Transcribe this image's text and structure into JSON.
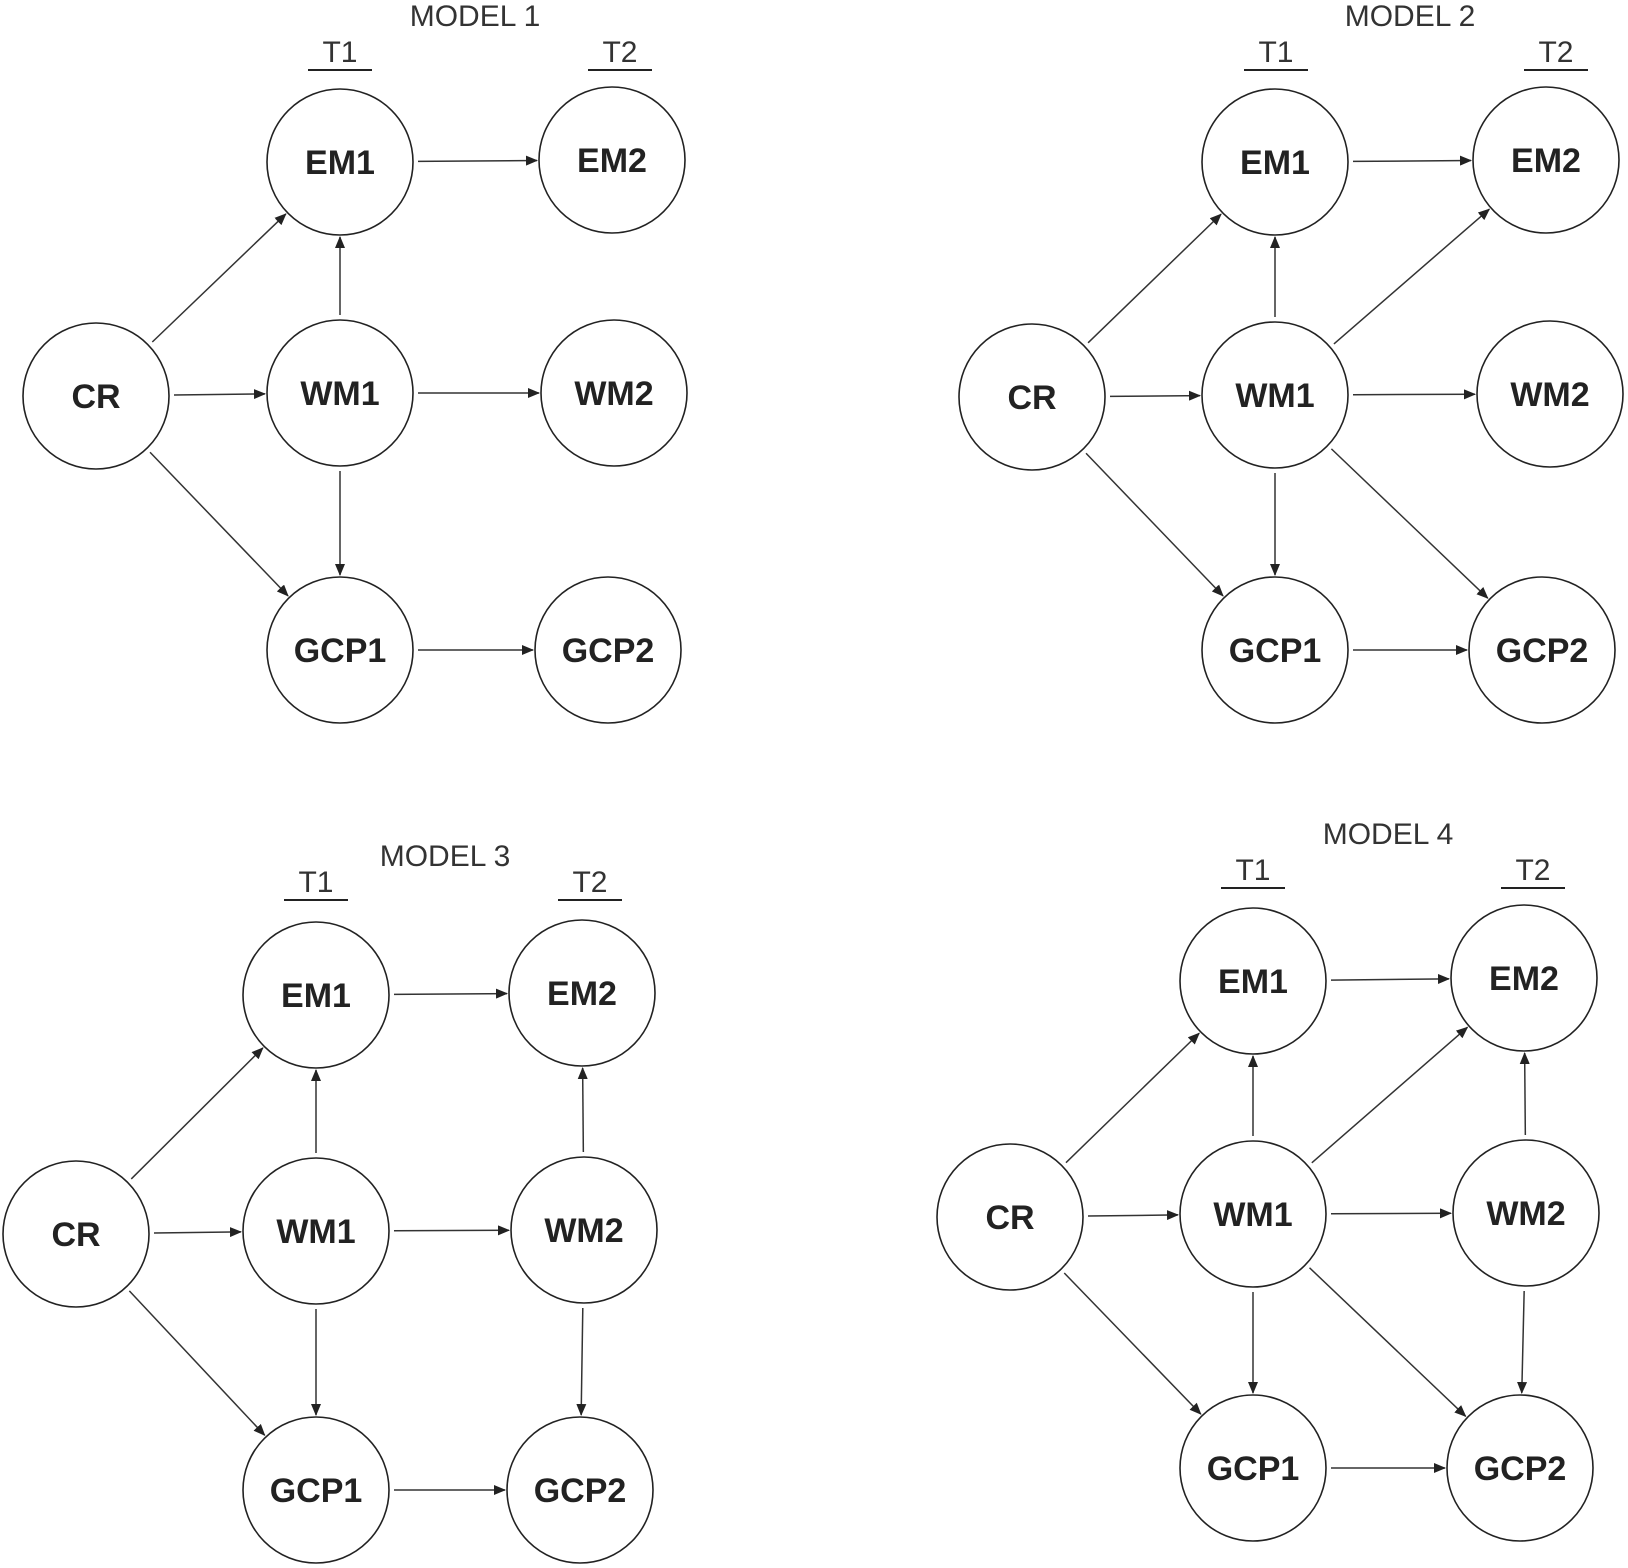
{
  "models": [
    {
      "title": "MODEL 1",
      "time_labels": [
        "T1",
        "T2"
      ],
      "nodes": {
        "CR": "CR",
        "EM1": "EM1",
        "WM1": "WM1",
        "GCP1": "GCP1",
        "EM2": "EM2",
        "WM2": "WM2",
        "GCP2": "GCP2"
      },
      "edges": [
        [
          "CR",
          "EM1"
        ],
        [
          "CR",
          "WM1"
        ],
        [
          "CR",
          "GCP1"
        ],
        [
          "WM1",
          "EM1"
        ],
        [
          "WM1",
          "GCP1"
        ],
        [
          "EM1",
          "EM2"
        ],
        [
          "WM1",
          "WM2"
        ],
        [
          "GCP1",
          "GCP2"
        ]
      ]
    },
    {
      "title": "MODEL 2",
      "time_labels": [
        "T1",
        "T2"
      ],
      "nodes": {
        "CR": "CR",
        "EM1": "EM1",
        "WM1": "WM1",
        "GCP1": "GCP1",
        "EM2": "EM2",
        "WM2": "WM2",
        "GCP2": "GCP2"
      },
      "edges": [
        [
          "CR",
          "EM1"
        ],
        [
          "CR",
          "WM1"
        ],
        [
          "CR",
          "GCP1"
        ],
        [
          "WM1",
          "EM1"
        ],
        [
          "WM1",
          "GCP1"
        ],
        [
          "EM1",
          "EM2"
        ],
        [
          "WM1",
          "WM2"
        ],
        [
          "GCP1",
          "GCP2"
        ],
        [
          "WM1",
          "EM2"
        ],
        [
          "WM1",
          "GCP2"
        ]
      ]
    },
    {
      "title": "MODEL 3",
      "time_labels": [
        "T1",
        "T2"
      ],
      "nodes": {
        "CR": "CR",
        "EM1": "EM1",
        "WM1": "WM1",
        "GCP1": "GCP1",
        "EM2": "EM2",
        "WM2": "WM2",
        "GCP2": "GCP2"
      },
      "edges": [
        [
          "CR",
          "EM1"
        ],
        [
          "CR",
          "WM1"
        ],
        [
          "CR",
          "GCP1"
        ],
        [
          "WM1",
          "EM1"
        ],
        [
          "WM1",
          "GCP1"
        ],
        [
          "EM1",
          "EM2"
        ],
        [
          "WM1",
          "WM2"
        ],
        [
          "GCP1",
          "GCP2"
        ],
        [
          "WM2",
          "EM2"
        ],
        [
          "WM2",
          "GCP2"
        ]
      ]
    },
    {
      "title": "MODEL 4",
      "time_labels": [
        "T1",
        "T2"
      ],
      "nodes": {
        "CR": "CR",
        "EM1": "EM1",
        "WM1": "WM1",
        "GCP1": "GCP1",
        "EM2": "EM2",
        "WM2": "WM2",
        "GCP2": "GCP2"
      },
      "edges": [
        [
          "CR",
          "EM1"
        ],
        [
          "CR",
          "WM1"
        ],
        [
          "CR",
          "GCP1"
        ],
        [
          "WM1",
          "EM1"
        ],
        [
          "WM1",
          "GCP1"
        ],
        [
          "EM1",
          "EM2"
        ],
        [
          "WM1",
          "WM2"
        ],
        [
          "GCP1",
          "GCP2"
        ],
        [
          "WM1",
          "EM2"
        ],
        [
          "WM1",
          "GCP2"
        ],
        [
          "WM2",
          "EM2"
        ],
        [
          "WM2",
          "GCP2"
        ]
      ]
    }
  ]
}
